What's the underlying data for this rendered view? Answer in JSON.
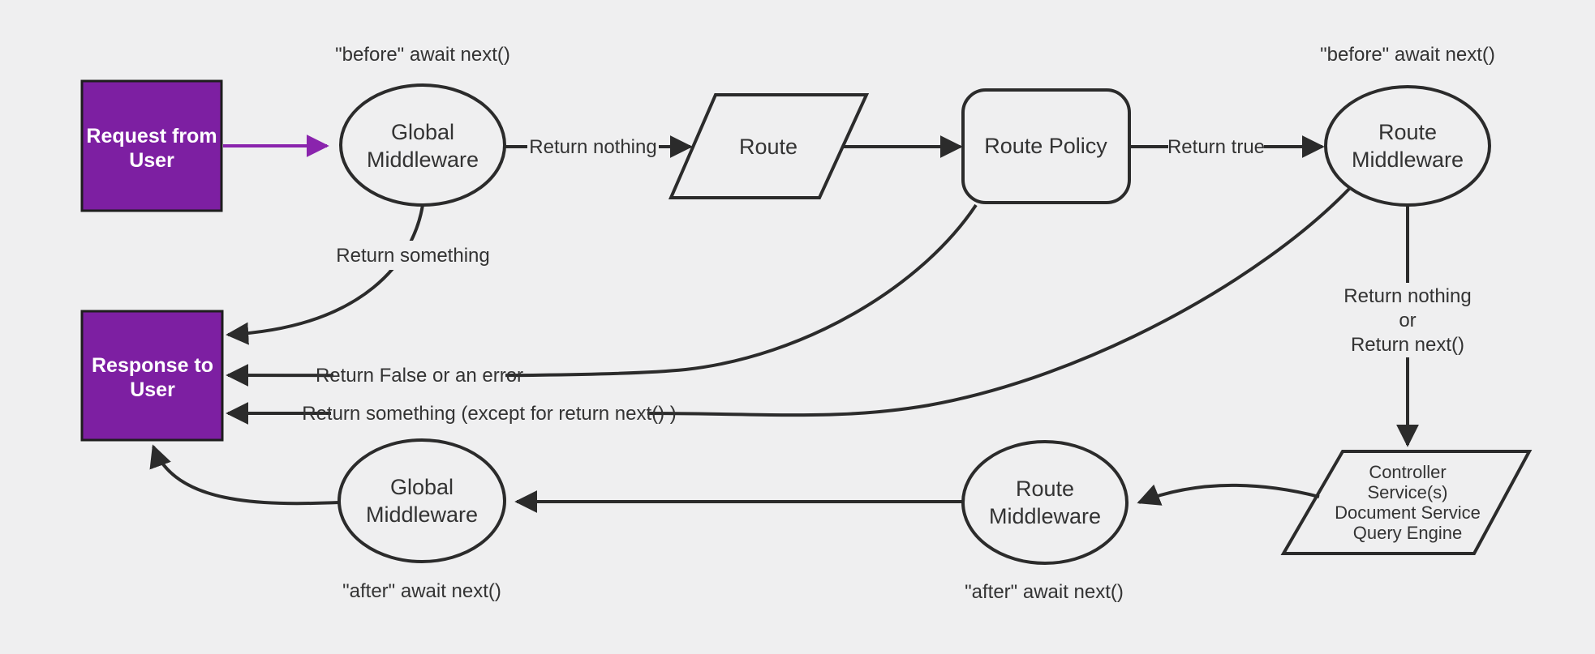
{
  "diagram": {
    "title_context": "Middleware request and response flow diagram",
    "colors": {
      "background": "#efeff0",
      "node_fill": "#efeff0",
      "stroke": "#2b2b2b",
      "text": "#333333",
      "purple_fill": "#7d1fa2",
      "purple_arrow": "#8a24ad",
      "white_text": "#ffffff"
    },
    "nodes": {
      "request_from_user": {
        "line1": "Request from",
        "line2": "User"
      },
      "global_middleware_top": {
        "line1": "Global",
        "line2": "Middleware"
      },
      "route": {
        "label": "Route"
      },
      "route_policy": {
        "label": "Route Policy"
      },
      "route_middleware_top": {
        "line1": "Route",
        "line2": "Middleware"
      },
      "controller_stack": {
        "line1": "Controller",
        "line2": "Service(s)",
        "line3": "Document Service",
        "line4": "Query Engine"
      },
      "route_middleware_bottom": {
        "line1": "Route",
        "line2": "Middleware"
      },
      "global_middleware_bottom": {
        "line1": "Global",
        "line2": "Middleware"
      },
      "response_to_user": {
        "line1": "Response to",
        "line2": "User"
      }
    },
    "edge_labels": {
      "before_await_next_left": "\"before\" await next()",
      "before_await_next_right": "\"before\" await next()",
      "return_nothing": "Return nothing",
      "return_true": "Return true",
      "return_something": "Return something",
      "return_false_or_error": "Return False or an error",
      "return_something_except": "Return something (except for return next() )",
      "return_nothing_or_1": "Return nothing",
      "return_nothing_or_2": "or",
      "return_nothing_or_3": "Return next()",
      "after_await_next_bottom_left": "\"after\" await next()",
      "after_await_next_bottom_right": "\"after\" await next()"
    }
  }
}
